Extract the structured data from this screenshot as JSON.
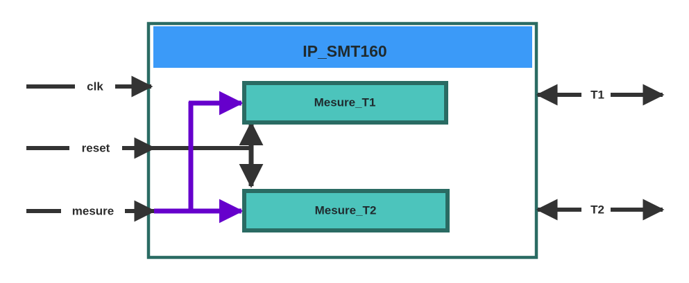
{
  "diagram": {
    "type": "block-diagram",
    "title": "IP_SMT160",
    "module": {
      "name": "IP_SMT160",
      "header_label": "IP_SMT160",
      "header_color": "#3b9af8",
      "border_color": "#2a6b63",
      "body_color": "#ffffff"
    },
    "blocks": [
      {
        "id": "mesure_t1",
        "label": "Mesure_T1",
        "fill": "#4cc4bc",
        "border": "#2a6b63"
      },
      {
        "id": "mesure_t2",
        "label": "Mesure_T2",
        "fill": "#4cc4bc",
        "border": "#2a6b63"
      }
    ],
    "inputs": [
      {
        "id": "clk",
        "label": "clk",
        "color": "#333333"
      },
      {
        "id": "reset",
        "label": "reset",
        "color": "#333333"
      },
      {
        "id": "mesure",
        "label": "mesure",
        "color": "#333333"
      }
    ],
    "outputs": [
      {
        "id": "t1",
        "label": "T1",
        "color": "#333333"
      },
      {
        "id": "t2",
        "label": "T2",
        "color": "#333333"
      }
    ],
    "internal_signals": [
      {
        "id": "mesure-bus",
        "color": "#6600cc",
        "from": "mesure",
        "to": [
          "mesure_t1",
          "mesure_t2"
        ]
      },
      {
        "id": "reset-bus",
        "color": "#333333",
        "from": "reset",
        "to": [
          "mesure_t1",
          "mesure_t2"
        ]
      }
    ],
    "colors": {
      "accent_blue": "#3b9af8",
      "teal_fill": "#4cc4bc",
      "teal_border": "#2a6b63",
      "purple": "#6600cc",
      "line_dark": "#333333"
    }
  }
}
